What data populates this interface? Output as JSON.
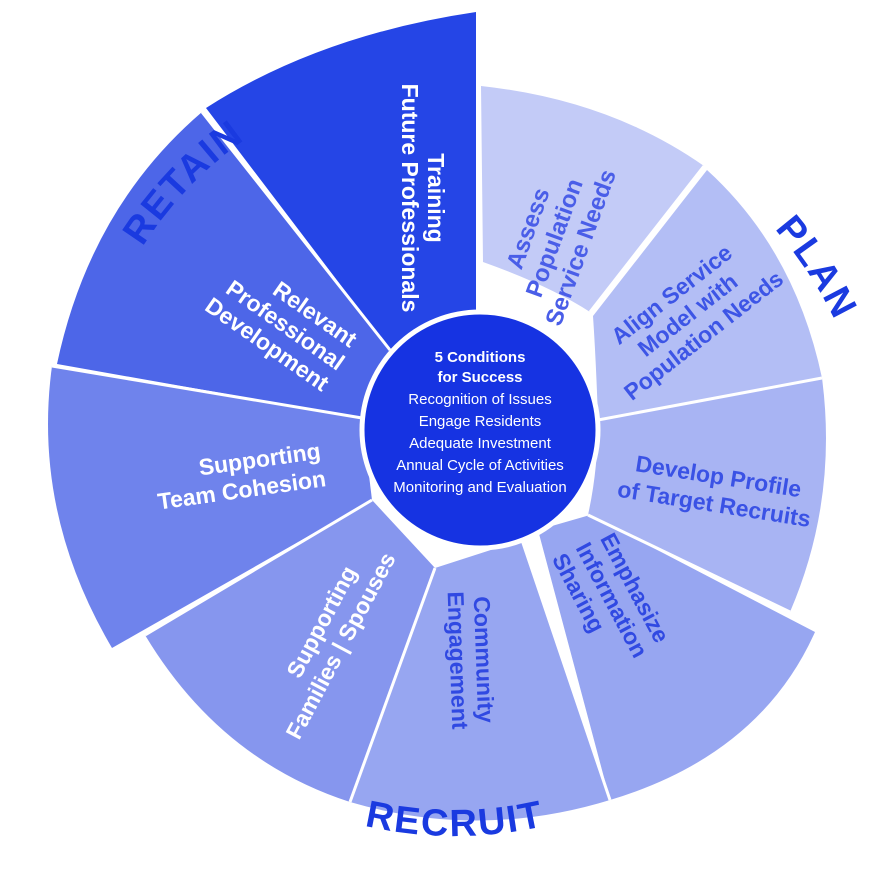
{
  "center": {
    "title_lines": [
      "5 Conditions",
      "for Success"
    ],
    "items": [
      "Recognition of Issues",
      "Engage Residents",
      "Adequate Investment",
      "Annual Cycle of Activities",
      "Monitoring and Evaluation"
    ]
  },
  "sections": {
    "plan": "PLAN",
    "recruit": "RECRUIT",
    "retain": "RETAIN"
  },
  "segments": [
    {
      "id": "assess",
      "lines": [
        "Assess",
        "Population",
        "Service Needs"
      ],
      "fill": "#c3cbf7",
      "text_color": "#4a5ee8"
    },
    {
      "id": "align",
      "lines": [
        "Align Service",
        "Model with",
        "Population Needs"
      ],
      "fill": "#b3bef5",
      "text_color": "#3d55e6"
    },
    {
      "id": "develop",
      "lines": [
        "Develop Profile",
        "of Target Recruits"
      ],
      "fill": "#a8b4f3",
      "text_color": "#3a52e5"
    },
    {
      "id": "emphasize",
      "lines": [
        "Emphasize",
        "Information",
        "Sharing"
      ],
      "fill": "#97a6f1",
      "text_color": "#3049e2"
    },
    {
      "id": "community",
      "lines": [
        "Community",
        "Engagement"
      ],
      "fill": "#97a6f1",
      "text_color": "#3049e2"
    },
    {
      "id": "families",
      "lines": [
        "Supporting",
        "Families | Spouses"
      ],
      "fill": "#8696ee",
      "text_color": "#ffffff"
    },
    {
      "id": "cohesion",
      "lines": [
        "Supporting",
        "Team Cohesion"
      ],
      "fill": "#6f83ec",
      "text_color": "#ffffff"
    },
    {
      "id": "relevant",
      "lines": [
        "Relevant",
        "Professional",
        "Development"
      ],
      "fill": "#4d66e8",
      "text_color": "#ffffff"
    },
    {
      "id": "training",
      "lines": [
        "Training",
        "Future Professionals"
      ],
      "fill": "#2545e6",
      "text_color": "#ffffff"
    }
  ]
}
